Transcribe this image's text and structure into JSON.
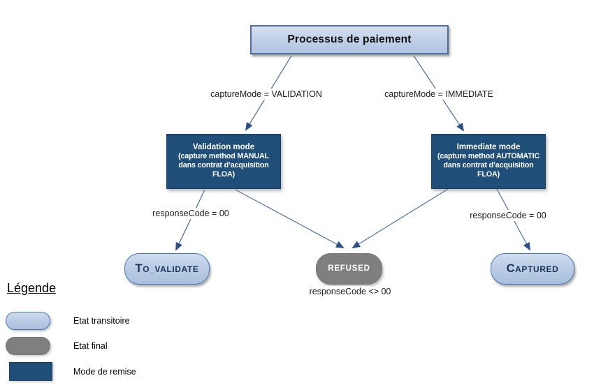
{
  "diagram": {
    "root": {
      "label": "Processus de paiement"
    },
    "edges": {
      "capture_validation": "captureMode = VALIDATION",
      "capture_immediate": "captureMode = IMMEDIATE",
      "response_ok_left": "responseCode = 00",
      "response_ok_right": "responseCode = 00",
      "response_ko": "responseCode <> 00"
    },
    "modes": {
      "validation": {
        "title": "Validation mode",
        "lines": [
          "(capture method MANUAL",
          "dans contrat d’acquisition",
          "FLOA)"
        ]
      },
      "immediate": {
        "title": "Immediate mode",
        "lines": [
          "(capture method AUTOMATIC",
          "dans contrat d’acquisition",
          "FLOA)"
        ]
      }
    },
    "states": {
      "to_validate": "TO_VALIDATE",
      "refused": "REFUSED",
      "captured": "CAPTURED"
    }
  },
  "legend": {
    "title": "Légende",
    "items": [
      {
        "swatch": "light-blue-pill",
        "label": "Etat transitoire"
      },
      {
        "swatch": "gray-pill",
        "label": "Etat final"
      },
      {
        "swatch": "dark-blue-rect",
        "label": "Mode de remise"
      }
    ]
  },
  "colors": {
    "mode_box_fill": "#1f4e79",
    "transitional_state_fill": "#b8cce4",
    "transitional_state_border": "#4576b5",
    "final_state_fill": "#7f7f7f",
    "connector_line": "#4a6da0",
    "arrowhead": "#2d4f87",
    "root_box_fill": "#c3d2e8",
    "root_box_border": "#4f6d9f"
  }
}
